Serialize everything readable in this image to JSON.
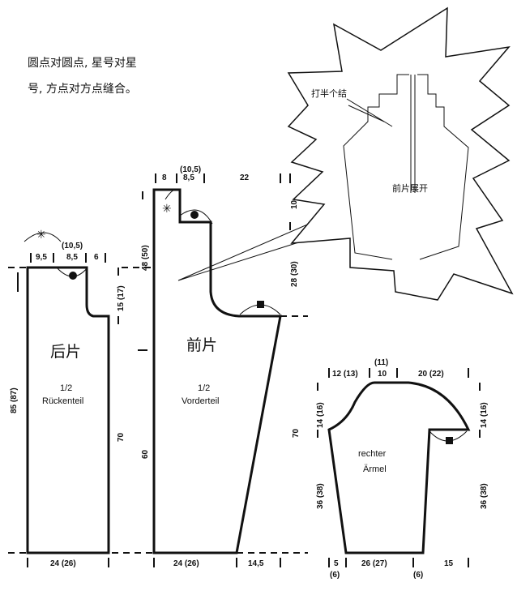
{
  "instructions": {
    "line1": "圆点对圆点, 星号对星",
    "line2": "号, 方点对方点缝合。"
  },
  "back_piece": {
    "title_cn": "后片",
    "fraction": "1/2",
    "name_de": "Rückenteil",
    "top_dims": [
      "9,5",
      "8,5",
      "6"
    ],
    "top_dim_alt": "(10,5)",
    "left_dim": "85 (87)",
    "right_dim_upper": "15 (17)",
    "right_dim_lower": "70",
    "bottom_dim": "24 (26)"
  },
  "front_piece": {
    "title_cn": "前片",
    "fraction": "1/2",
    "name_de": "Vorderteil",
    "top_dims": [
      "8",
      "8,5",
      "22"
    ],
    "top_dim_alt": "(10,5)",
    "left_dim_upper": "48 (50)",
    "left_dim_lower": "60",
    "right_dim_top": "10",
    "right_dim_mid": "28 (30)",
    "bottom_dims": [
      "24 (26)",
      "14,5"
    ]
  },
  "sleeve": {
    "name_line1": "rechter",
    "name_line2": "Ärmel",
    "top_dims": [
      "12 (13)",
      "10",
      "20 (22)"
    ],
    "top_dim_alt": "(11)",
    "left_dim_upper": "14 (16)",
    "left_dim_lower": "36 (38)",
    "right_dim_upper": "14 (16)",
    "right_dim_lower": "36 (38)",
    "center_dim": "70",
    "bottom_dims": [
      "5",
      "26 (27)",
      "15"
    ],
    "bottom_dims_alt": [
      "(6)",
      "(6)"
    ]
  },
  "detail_burst": {
    "knot_label": "打半个结",
    "front_open_label": "前片展开"
  }
}
